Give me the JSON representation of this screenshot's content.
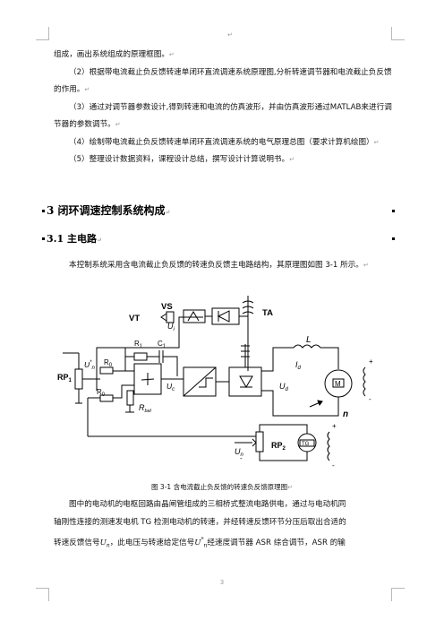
{
  "paragraphs": {
    "p1": "组成，画出系统组成的原理框图。",
    "p2": "（2）根据带电流截止负反馈转速单闭环直流调速系统原理图,分析转速调节器和电流截止负反馈的作用。",
    "p3": "（3）通过对调节器参数设计,得到转速和电流的仿真波形，并由仿真波形通过MATLAB来进行调节器的参数调节。",
    "p4": "（4）绘制带电流截止负反馈转速单闭环直流调速系统的电气原理总图（要求计算机绘图）",
    "p5": "（5）整理设计数据资料，课程设计总结，撰写设计计算说明书。"
  },
  "headings": {
    "h1": "3  闭环调速控制系统构成",
    "h2": "3.1  主电路"
  },
  "intro": "本控制系统采用含电流截止负反馈的转速负反馈主电路结构，其原理图如图 3-1 所示。",
  "figure": {
    "caption": "图 3-1 含电流截止负反馈的转速负反馈原理图",
    "labels": {
      "vs": "VS",
      "ta": "TA",
      "vt": "VT",
      "ui": "U",
      "r1": "R",
      "c1": "C",
      "rp1": "RP",
      "un_star": "U",
      "r0a": "R",
      "r0b": "R",
      "uc": "U",
      "rbal": "R",
      "ud": "U",
      "l": "L",
      "id": "I",
      "m": "M",
      "n": "n",
      "rp2": "RP",
      "tg": "TG",
      "un": "U",
      "plus": "+",
      "minus": "-"
    }
  },
  "closing": {
    "line1": "图中的电动机的电枢回路由晶闸管组成的三相桥式整流电路供电，通过与电动机同",
    "line2": "轴刚性连接的测速发电机 TG 检测电动机的转速，并经转速反馈环节分压后取出合适的",
    "line3a": "转速反馈信号",
    "line3b": "，此电压与转速给定信号",
    "line3c": "经速度调节器 ASR 综合调节，ASR 的输"
  },
  "page_number": "3"
}
